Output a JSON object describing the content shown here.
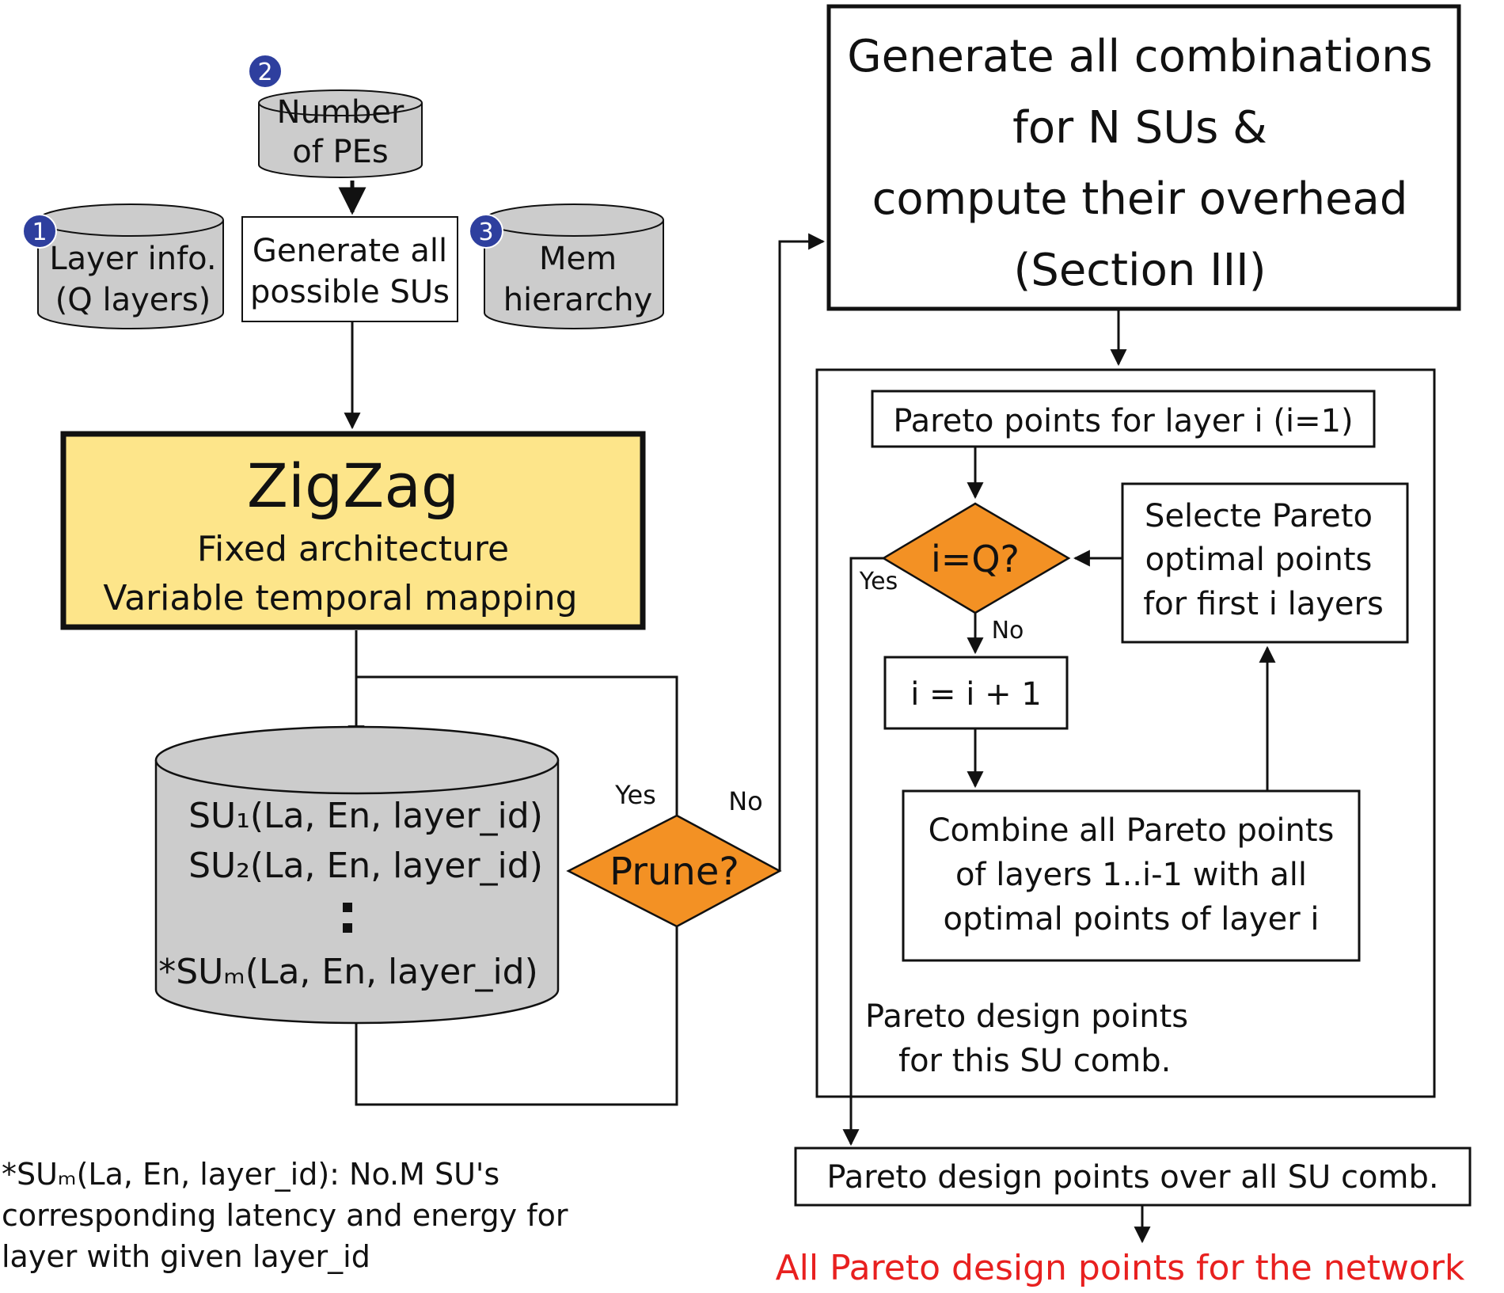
{
  "colors": {
    "zigzag_fill": "#fde58a",
    "decision_fill": "#f39124",
    "storage_fill": "#cccccc",
    "badge_fill": "#2e3f9e",
    "final_text": "#e8201f",
    "line": "#111111"
  },
  "inputs": {
    "pes": {
      "badge": "2",
      "line1": "Number",
      "line2": "of PEs"
    },
    "layer_info": {
      "badge": "1",
      "line1": "Layer info.",
      "line2": "(Q layers)"
    },
    "mem": {
      "badge": "3",
      "line1": "Mem",
      "line2": "hierarchy"
    }
  },
  "generate_sus": {
    "line1": "Generate all",
    "line2": "possible SUs"
  },
  "zigzag": {
    "title": "ZigZag",
    "line1": "Fixed architecture",
    "line2": "Variable temporal mapping"
  },
  "su_store": {
    "row1": "SU₁(La, En, layer_id)",
    "row2": "SU₂(La, En, layer_id)",
    "row3": "*SUₘ(La, En, layer_id)"
  },
  "prune": {
    "label": "Prune?",
    "yes": "Yes",
    "no": "No"
  },
  "footnote": {
    "line1": "*SUₘ(La, En, layer_id):  No.M SU's",
    "line2": "corresponding latency and energy for",
    "line3": "layer with given layer_id"
  },
  "combinations": {
    "line1": "Generate all combinations",
    "line2": "for N SUs &",
    "line3": "compute their overhead",
    "line4": "(Section III)"
  },
  "inner": {
    "pareto_start": "Pareto points for layer i (i=1)",
    "decision": "i=Q?",
    "yes": "Yes",
    "no": "No",
    "increment": "i = i + 1",
    "select": {
      "line1": "Selecte Pareto",
      "line2": "optimal points",
      "line3": "for first i layers"
    },
    "combine": {
      "line1": "Combine all Pareto points",
      "line2": "of layers 1..i-1 with all",
      "line3": "optimal points of layer i"
    },
    "design_points": {
      "line1": "Pareto design points",
      "line2": "for this SU comb."
    }
  },
  "all_su": "Pareto design points over all SU comb.",
  "final": "All Pareto design points for the network"
}
